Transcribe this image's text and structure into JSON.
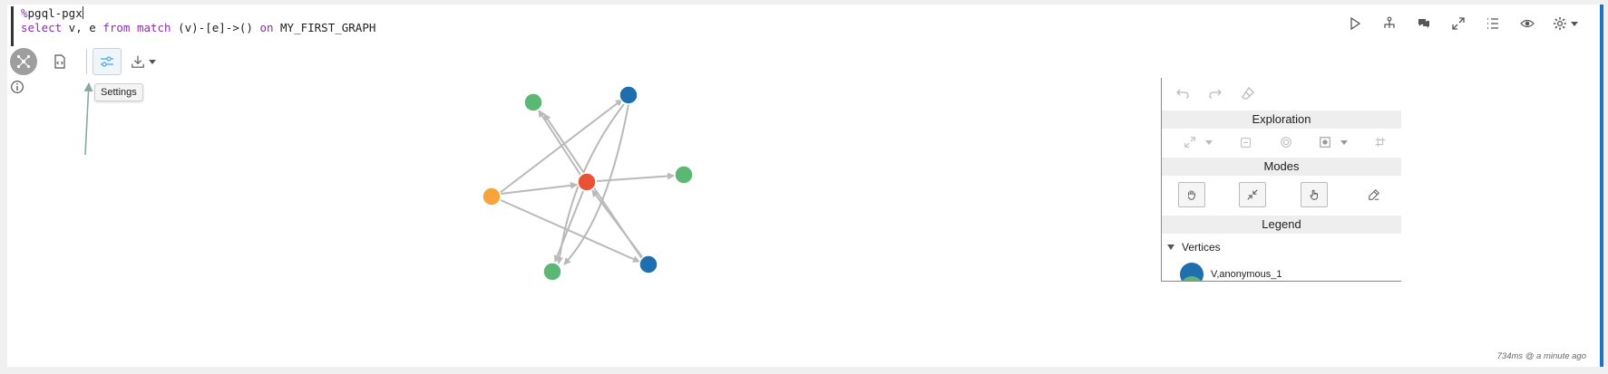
{
  "editor": {
    "magic": "%pgql-pgx",
    "query_parts": [
      "select",
      " v, e ",
      "from",
      " ",
      "match",
      " (v)-[e]->() ",
      "on",
      " MY_FIRST_GRAPH"
    ]
  },
  "toolbar": {
    "icons": [
      "run-icon",
      "hierarchy-icon",
      "comments-icon",
      "expand-icon",
      "list-icon",
      "eye-icon",
      "gear-icon"
    ]
  },
  "viz_toolbar": {
    "tooltip": "Settings"
  },
  "graph": {
    "colors": {
      "orange": "#f6a43b",
      "red": "#e85335",
      "green": "#5bb872",
      "blue": "#1f6eae",
      "edge": "#b9b9b9"
    },
    "nodes": [
      {
        "id": "n_orange",
        "color": "orange"
      },
      {
        "id": "n_red",
        "color": "red"
      },
      {
        "id": "n_green_top",
        "color": "green"
      },
      {
        "id": "n_blue_top",
        "color": "blue"
      },
      {
        "id": "n_green_right",
        "color": "green"
      },
      {
        "id": "n_green_bottom",
        "color": "green"
      },
      {
        "id": "n_blue_bottom",
        "color": "blue"
      }
    ]
  },
  "panel": {
    "exploration_title": "Exploration",
    "modes_title": "Modes",
    "legend_title": "Legend",
    "vertices_label": "Vertices",
    "legend_items": [
      {
        "label": "V,anonymous_1",
        "color": "#1f6eae"
      }
    ]
  },
  "footer": {
    "timing": "734ms @ a minute ago"
  }
}
